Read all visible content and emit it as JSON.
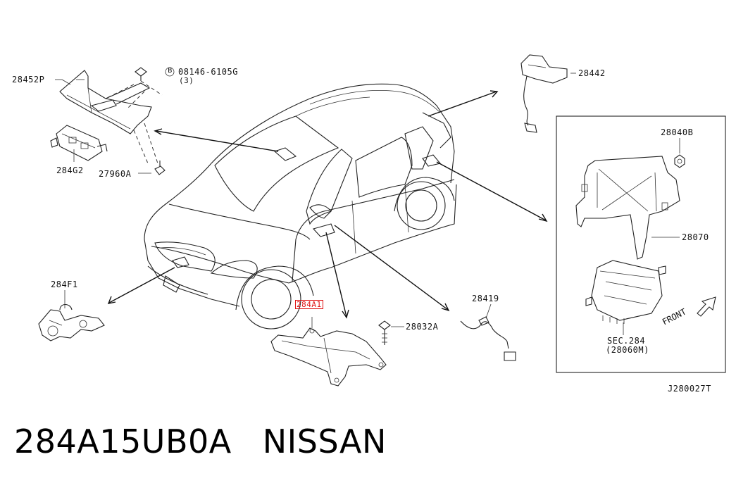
{
  "parts": {
    "p28452P": "28452P",
    "p08146": "08146-6105G",
    "p08146_qty": "(3)",
    "p08146_prefix": "B",
    "p284G2": "284G2",
    "p27960A": "27960A",
    "p28442": "28442",
    "p28040B": "28040B",
    "p28070": "28070",
    "p284F1": "284F1",
    "p284A1": "284A1",
    "p28032A": "28032A",
    "p28419": "28419",
    "sec284": "SEC.284",
    "sec284_sub": "(28060M)"
  },
  "front_label": "FRONT",
  "diagram_code": "J280027T",
  "caption": {
    "part_number": "284A15UB0A",
    "brand": "NISSAN"
  },
  "colors": {
    "highlight": "#e01010",
    "ink": "#111111"
  }
}
